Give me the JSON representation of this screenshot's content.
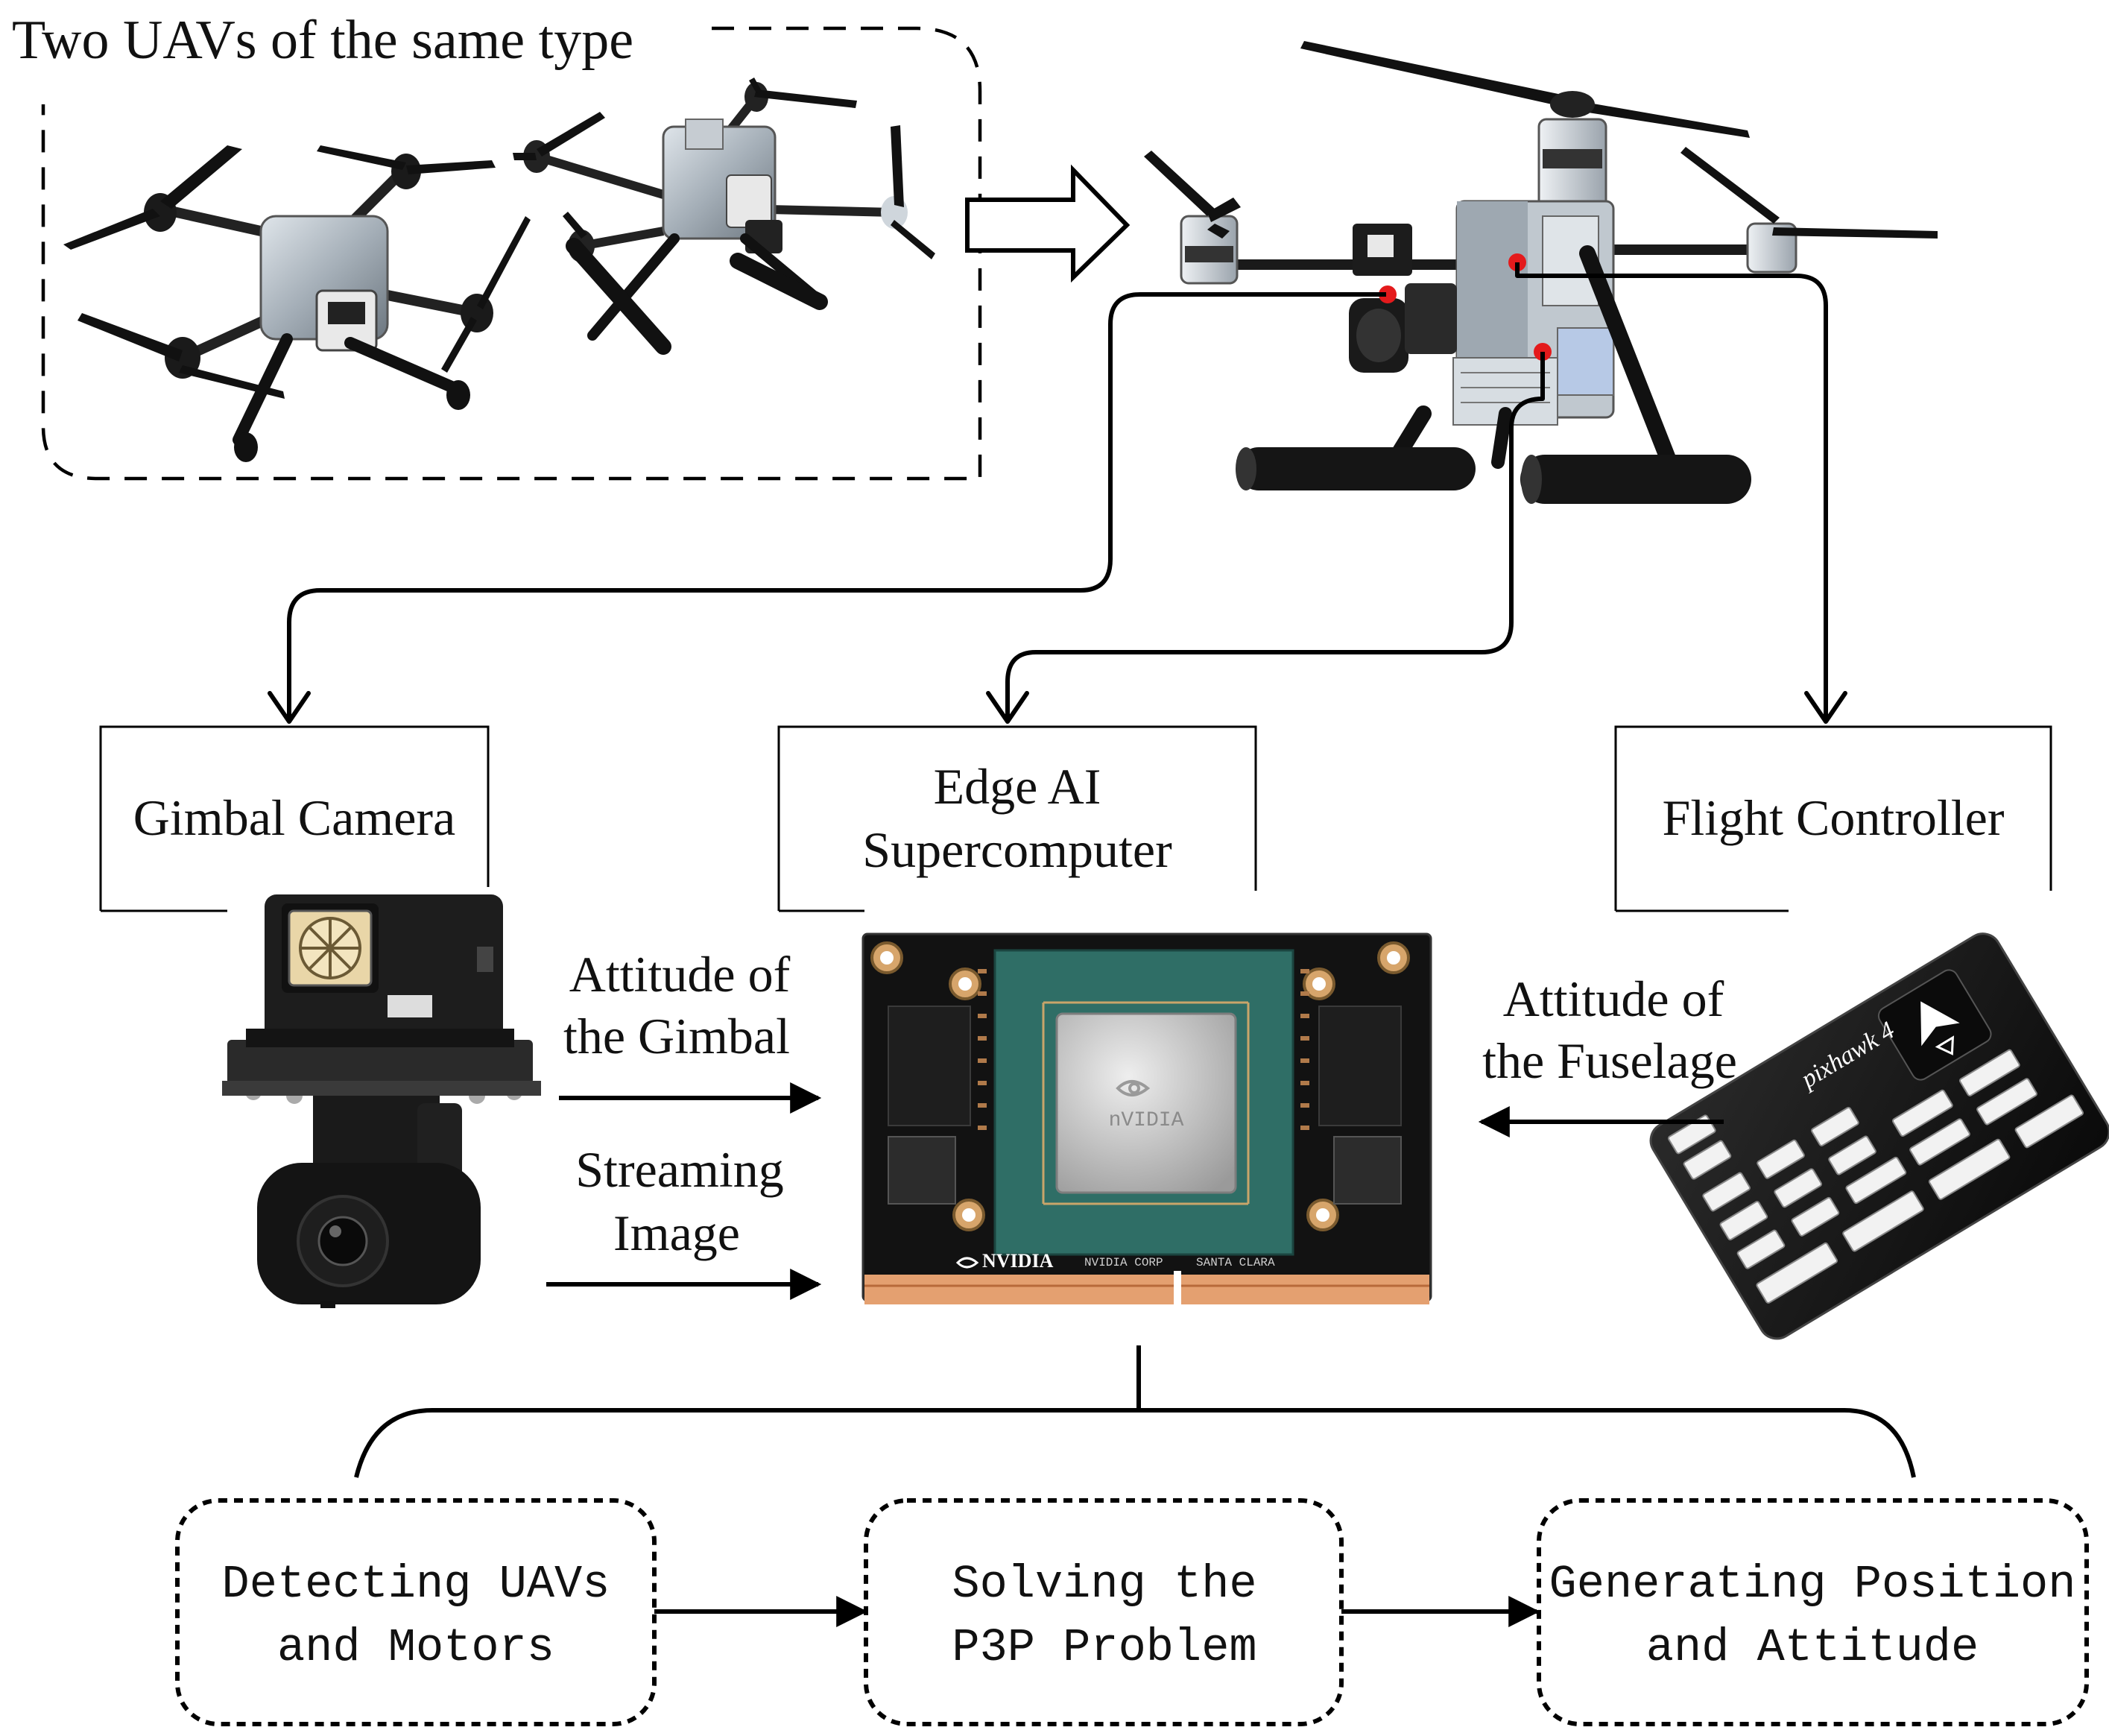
{
  "group_label": "Two UAVs of the same type",
  "components": {
    "gimbal_camera": "Gimbal Camera",
    "edge_ai": [
      "Edge AI",
      "Supercomputer"
    ],
    "flight_controller": "Flight Controller"
  },
  "signals": {
    "gimbal_attitude": [
      "Attitude of",
      "the Gimbal"
    ],
    "streaming_image": [
      "Streaming",
      "Image"
    ],
    "fuselage_attitude": [
      "Attitude of",
      "the Fuselage"
    ]
  },
  "steps": [
    [
      "Detecting UAVs",
      "and Motors"
    ],
    [
      "Solving the",
      "P3P Problem"
    ],
    [
      "Generating Position",
      "and Attitude"
    ]
  ],
  "chip_text": {
    "brand": "NVIDIA",
    "logo": "nVIDIA",
    "corp": "NVIDIA CORP",
    "place": "SANTA CLARA"
  },
  "fc_brand": "pixhawk 4",
  "colors": {
    "line": "#000000",
    "marker": "#e41a1c",
    "pcb": "#121212",
    "die": "#c8c8c8",
    "substrate": "#2f6e66",
    "pins": "#e4a070",
    "drone_body": "#a9b3bd"
  }
}
